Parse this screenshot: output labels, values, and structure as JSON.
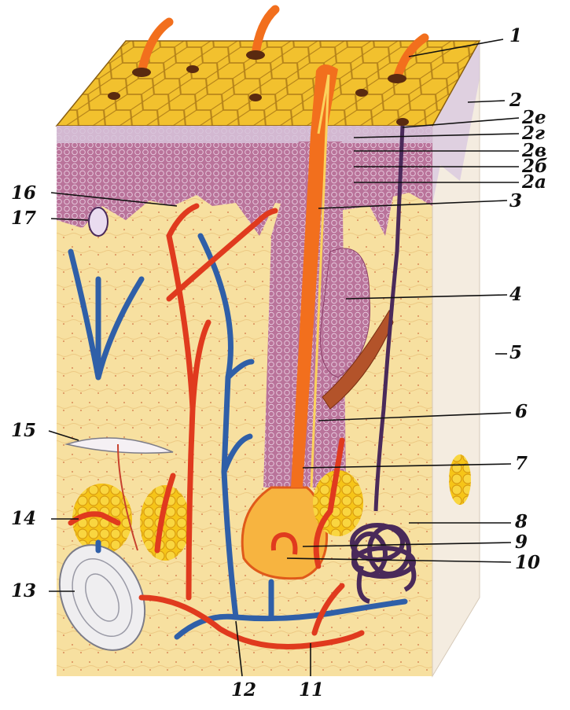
{
  "labels": {
    "l1": "1",
    "l2": "2",
    "l2e": "2e",
    "l2g": "2г",
    "l2v": "2в",
    "l2b": "2б",
    "l2a": "2а",
    "l3": "3",
    "l4": "4",
    "l5": "5",
    "l6": "6",
    "l7": "7",
    "l8": "8",
    "l9": "9",
    "l10": "10",
    "l11": "11",
    "l12": "12",
    "l13": "13",
    "l14": "14",
    "l15": "15",
    "l16": "16",
    "l17": "17"
  },
  "colors": {
    "dermis": "#f7e0a0",
    "side_face": "#f4ece0",
    "surface": "#f2c12e",
    "surface_grid": "#b5831a",
    "epidermis": "#b9739a",
    "stratum_corneum": "#d7c4da",
    "artery": "#e03a1e",
    "vein": "#2f5fa8",
    "nerve": "#4a2a5a",
    "fat": "#f6c518",
    "hair": "#f26f1d"
  }
}
